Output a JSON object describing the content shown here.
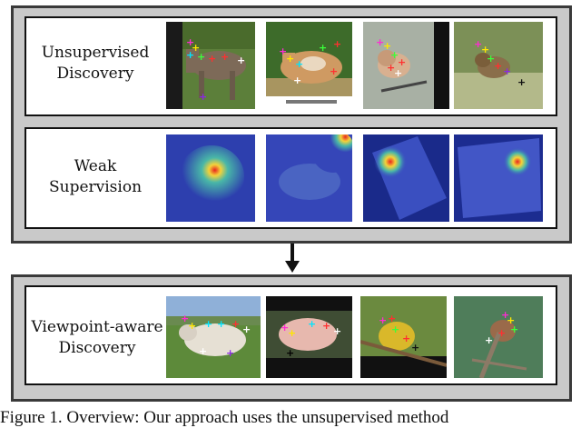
{
  "rows": [
    {
      "label": "Unsupervised\nDiscovery"
    },
    {
      "label": "Weak\nSupervision"
    },
    {
      "label": "Viewpoint-aware\nDiscovery"
    }
  ],
  "thumbnails": {
    "row1": [
      "horse-keypoints",
      "cow-keypoints",
      "bird-keypoints",
      "bird-keypoints"
    ],
    "row2": [
      "saliency-heatmap",
      "saliency-heatmap",
      "saliency-heatmap",
      "saliency-heatmap"
    ],
    "row3": [
      "sheep-keypoints",
      "sheep-keypoints",
      "bird-keypoints",
      "bird-keypoints"
    ]
  },
  "colors": {
    "outer_fill": "#c9c9c9",
    "outer_border": "#3a3a3a",
    "heatmap_base": "#2d3fae",
    "heatmap_hot": "#e8251f"
  },
  "caption": "Figure 1. Overview: Our approach uses the unsupervised method"
}
